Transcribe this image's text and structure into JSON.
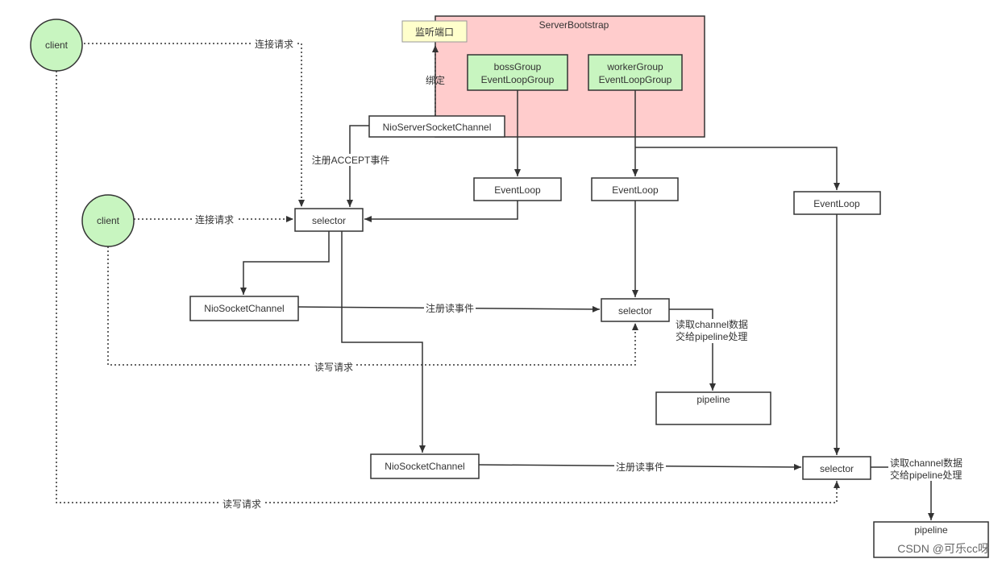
{
  "labels": {
    "client_top": "client",
    "client_mid": "client",
    "listen_port": "监听端口",
    "server_bootstrap": "ServerBootstrap",
    "boss_group_line1": "bossGroup",
    "boss_group_line2": "EventLoopGroup",
    "worker_group_line1": "workerGroup",
    "worker_group_line2": "EventLoopGroup",
    "nio_server_socket_channel": "NioServerSocketChannel",
    "bind": "绑定",
    "register_accept": "注册ACCEPT事件",
    "connect_request_top": "连接请求",
    "connect_request_mid": "连接请求",
    "event_loop_boss": "EventLoop",
    "event_loop_worker_1": "EventLoop",
    "event_loop_worker_2": "EventLoop",
    "selector_main": "selector",
    "selector_worker_1": "selector",
    "selector_worker_2": "selector",
    "nio_socket_channel_1": "NioSocketChannel",
    "nio_socket_channel_2": "NioSocketChannel",
    "register_read_1": "注册读事件",
    "register_read_2": "注册读事件",
    "read_write_request_1": "读写请求",
    "read_write_request_2": "读写请求",
    "read_channel_1_line1": "读取channel数据",
    "read_channel_1_line2": "交给pipeline处理",
    "read_channel_2_line1": "读取channel数据",
    "read_channel_2_line2": "交给pipeline处理",
    "pipeline_1": "pipeline",
    "pipeline_2": "pipeline"
  },
  "watermark": "CSDN @可乐cc呀",
  "colors": {
    "client_fill": "#c8f5c0",
    "group_fill": "#c8f5c0",
    "bootstrap_fill": "#ffcccc",
    "port_fill": "#ffffcc",
    "stroke": "#333333"
  }
}
